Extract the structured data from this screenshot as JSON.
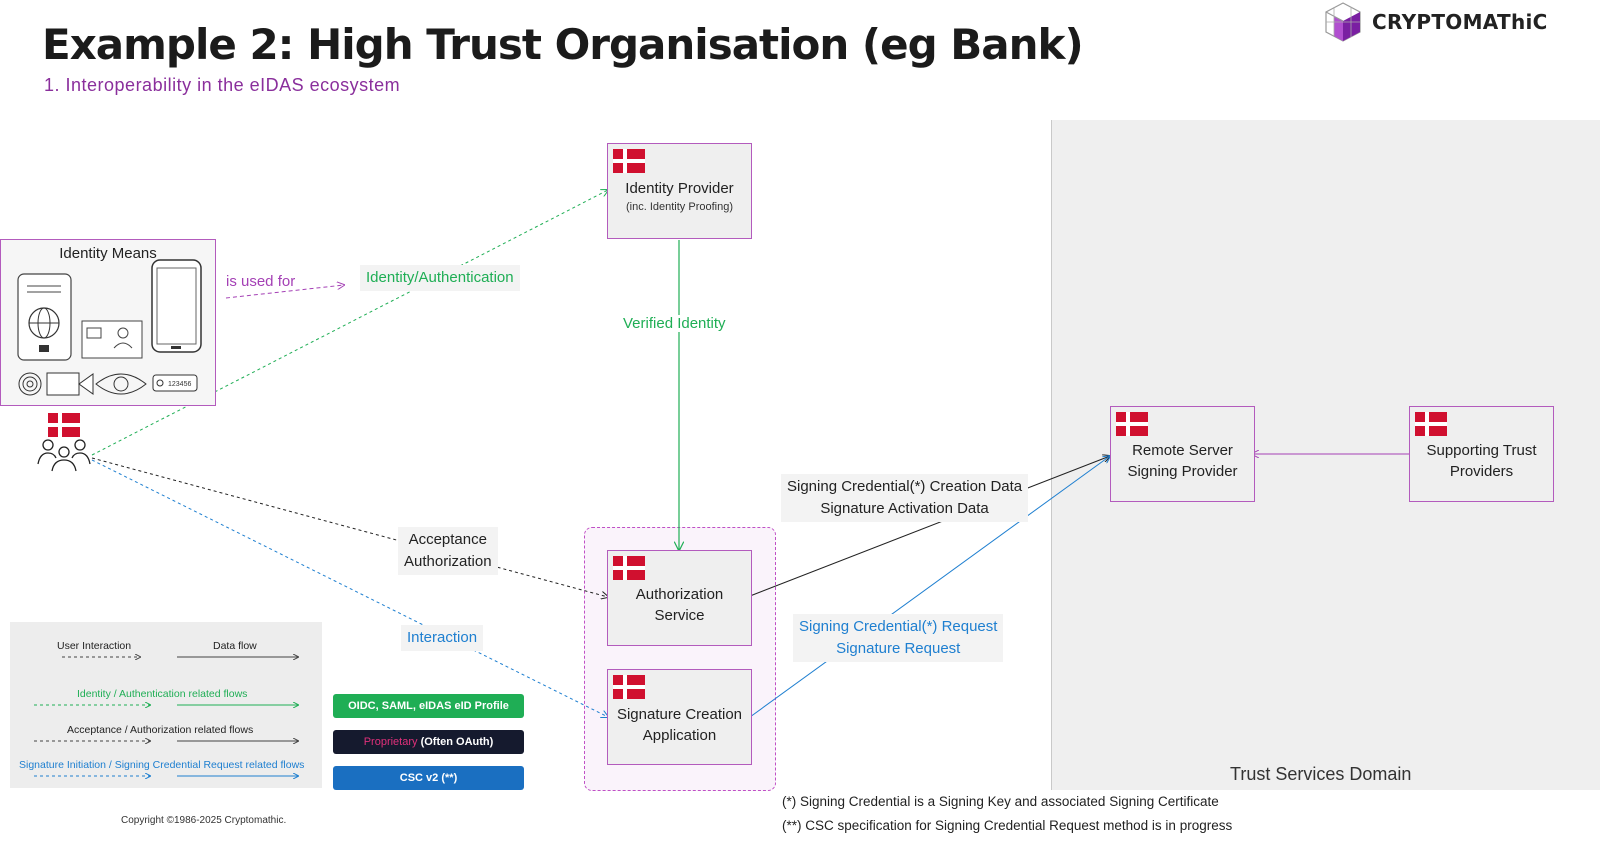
{
  "header": {
    "title": "Example 2: High Trust Organisation (eg Bank)",
    "subtitle": "1. Interoperability in the eIDAS ecosystem",
    "logo_text": "CRYPTOMAThiC"
  },
  "colors": {
    "accent_purple": "#8a2f9c",
    "green": "#1fae55",
    "blue": "#1e7fd0",
    "dark": "#222222",
    "flag_red": "#d0102f"
  },
  "identity_means": {
    "title": "Identity Means",
    "card_number": "123456",
    "icons": [
      "passport-icon",
      "id-card-icon",
      "smartphone-icon",
      "fingerprint-icon",
      "video-camera-icon",
      "eye-icon",
      "token-icon"
    ]
  },
  "nodes": {
    "idp": {
      "title": "Identity Provider",
      "sub": "(inc. Identity Proofing)"
    },
    "authz": {
      "line1": "Authorization",
      "line2": "Service"
    },
    "sca": {
      "line1": "Signature Creation",
      "line2": "Application"
    },
    "rssp": {
      "line1": "Remote Server",
      "line2": "Signing Provider"
    },
    "stp": {
      "line1": "Supporting Trust",
      "line2": "Providers"
    }
  },
  "edges": {
    "is_used_for": "is used for",
    "identity_auth": "Identity/Authentication",
    "verified_identity": "Verified Identity",
    "acceptance": "Acceptance",
    "authorization": "Authorization",
    "interaction": "Interaction",
    "cred_creation": "Signing Credential(*) Creation Data",
    "sig_activation": "Signature Activation Data",
    "cred_request": "Signing Credential(*) Request",
    "sig_request": "Signature Request"
  },
  "domain": {
    "label": "Trust Services Domain"
  },
  "legend": {
    "user_interaction": "User Interaction",
    "data_flow": "Data flow",
    "identity_flows": "Identity / Authentication related flows",
    "acceptance_flows": "Acceptance / Authorization related flows",
    "signature_flows": "Signature Initiation / Signing Credential Request related flows",
    "pill_oidc": "OIDC, SAML, eIDAS eID Profile",
    "pill_proprietary": "Proprietary",
    "pill_oauth": " (Often OAuth)",
    "pill_csc": "CSC v2 (**)"
  },
  "footnotes": {
    "note1": "(*) Signing Credential is a Signing Key and associated Signing Certificate",
    "note2": "(**) CSC specification for Signing Credential Request method is in progress"
  },
  "copyright": "Copyright ©1986-2025 Cryptomathic."
}
